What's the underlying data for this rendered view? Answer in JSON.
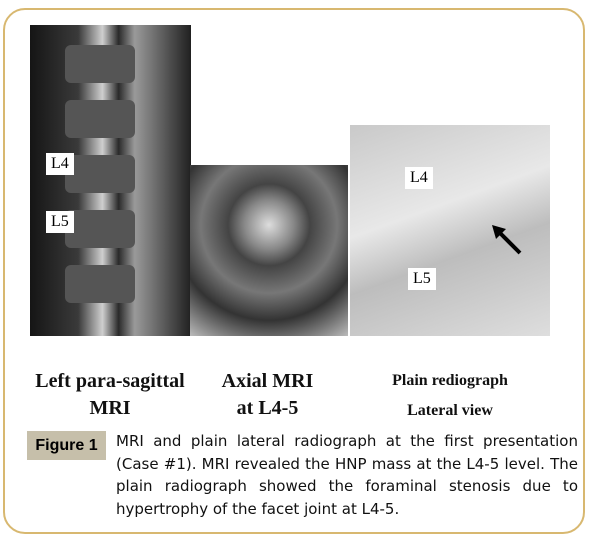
{
  "panels": [
    {
      "labels": [
        "L4",
        "L5"
      ],
      "caption": [
        "Left para-sagittal",
        "MRI"
      ]
    },
    {
      "caption": [
        "Axial MRI",
        "at L4-5"
      ]
    },
    {
      "labels": [
        "L4",
        "L5"
      ],
      "caption": [
        "Plain rediograph",
        "Lateral view"
      ]
    }
  ],
  "figure": {
    "tag": "Figure 1",
    "text": "MRI and plain lateral radiograph at the first presentation (Case #1). MRI revealed the HNP mass at the L4-5 level. The plain radiograph showed the foraminal stenosis due to hypertrophy of the facet joint at L4-5."
  },
  "colors": {
    "border": "#d8b870",
    "tag_bg": "#c6bfaa"
  }
}
